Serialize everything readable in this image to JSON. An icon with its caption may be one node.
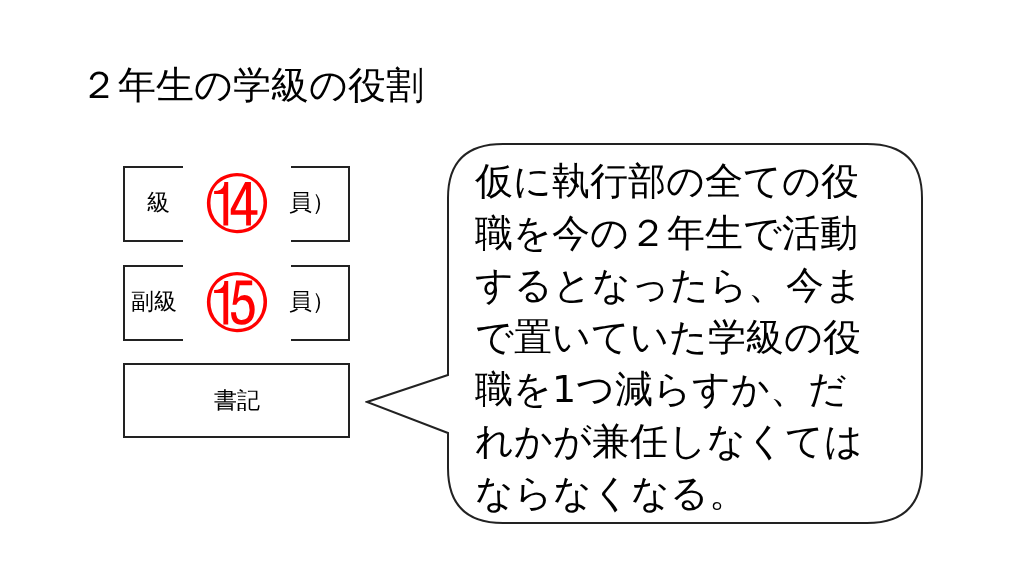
{
  "diagram": {
    "title": "２年生の学級の役割",
    "nodes": [
      {
        "text": [
          "級",
          "員）"
        ]
      },
      {
        "text": [
          "副級",
          "員）"
        ]
      },
      {
        "text": [
          "書記"
        ]
      },
      {
        "text": [
          "仮に執行部の全ての役職を今の２年生で活動するとなったら、今まで置いていた学級の役職を1つ減らすか、だれかが兼任しなくてはならなくなる。"
        ]
      }
    ],
    "labels": [
      "⑭",
      "⑮"
    ]
  }
}
